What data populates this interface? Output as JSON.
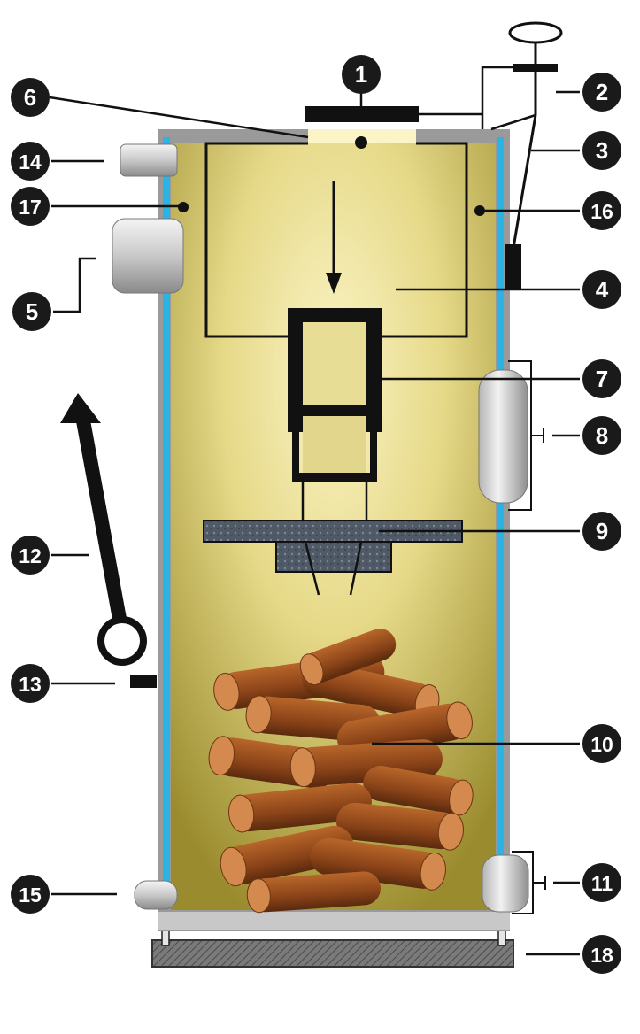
{
  "diagram": {
    "colors": {
      "label_circle": "#1a1a1a",
      "label_text": "#ffffff",
      "casing": "#8a8a8a",
      "water_jacket": "#29b6e6",
      "chamber_fill": "#d8cc72",
      "logs": "#8b4513",
      "base_hatch": "#555555"
    },
    "labels": [
      {
        "id": "1",
        "text": "1"
      },
      {
        "id": "2",
        "text": "2"
      },
      {
        "id": "3",
        "text": "3"
      },
      {
        "id": "4",
        "text": "4"
      },
      {
        "id": "5",
        "text": "5"
      },
      {
        "id": "6",
        "text": "6"
      },
      {
        "id": "7",
        "text": "7"
      },
      {
        "id": "8",
        "text": "8"
      },
      {
        "id": "9",
        "text": "9"
      },
      {
        "id": "10",
        "text": "10"
      },
      {
        "id": "11",
        "text": "11"
      },
      {
        "id": "12",
        "text": "12"
      },
      {
        "id": "13",
        "text": "13"
      },
      {
        "id": "14",
        "text": "14"
      },
      {
        "id": "15",
        "text": "15"
      },
      {
        "id": "16",
        "text": "16"
      },
      {
        "id": "17",
        "text": "17"
      },
      {
        "id": "18",
        "text": "18"
      }
    ]
  }
}
